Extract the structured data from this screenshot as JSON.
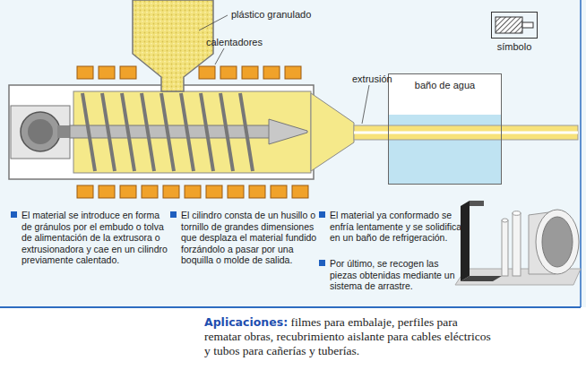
{
  "diagram": {
    "nodes": [
      {
        "text": [
          "baño de agua"
        ]
      },
      {
        "text": [
          "símbolo"
        ]
      }
    ],
    "labels": [
      "plástico granulado",
      "calentadores",
      "extrusión",
      "El material se introduce en forma de gránulos por el embudo o tolva de alimentación de la extrusora o extrusionadora y cae en un cilindro previamente calentado.",
      "El cilindro consta de un husillo o tornillo de grandes dimensiones que desplaza el material fundido forzándolo a pasar por una boquilla o molde de salida.",
      "El material ya conformado se enfría lentamente y se solidifica en un baño de refrigeración.",
      "Por último, se recogen las piezas obtenidas mediante un sistema de arrastre.",
      "Aplicaciones:",
      "filmes para embalaje, perfiles para rematar obras, recubrimiento aislante para cables eléctricos y tubos para cañerías y tuberías."
    ]
  }
}
